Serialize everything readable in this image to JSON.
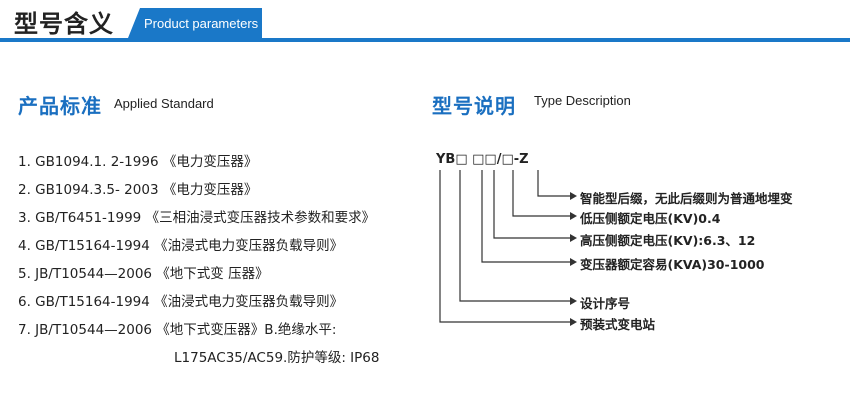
{
  "header": {
    "title": "型号含义",
    "tab_label": "Product parameters"
  },
  "applied_standard": {
    "title": "产品标准",
    "subtitle": "Applied Standard",
    "items": [
      "1. GB1094.1. 2-1996 《电力变压器》",
      "2. GB1094.3.5- 2003 《电力变压器》",
      "3. GB/T6451-1999 《三相油浸式变压器技术参数和要求》",
      "4. GB/T15164-1994 《油浸式电力变压器负载导则》",
      "5. JB/T10544—2006 《地下式变 压器》",
      "6. GB/T15164-1994 《油浸式电力变压器负载导则》",
      "7. JB/T10544—2006 《地下式变压器》B.绝缘水平:",
      "L175AC35/AC59.防护等级: IP68"
    ]
  },
  "type_description": {
    "title": "型号说明",
    "subtitle": "Type Description",
    "code": "YB□ □□/□-Z",
    "labels": [
      "智能型后缀，无此后缀则为普通地埋变",
      "低压侧额定电压(KV)0.4",
      "高压侧额定电压(KV):6.3、12",
      "变压器额定容易(KVA)30-1000",
      "设计序号",
      "预装式变电站"
    ]
  }
}
